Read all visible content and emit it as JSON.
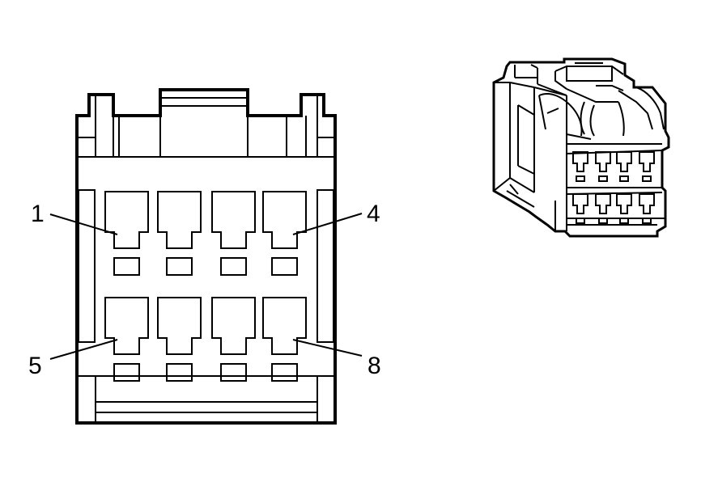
{
  "diagram": {
    "pin_labels": {
      "top_left": "1",
      "top_right": "4",
      "bottom_left": "5",
      "bottom_right": "8"
    },
    "pin_count": 8,
    "stroke_color": "#000000",
    "background_color": "#ffffff"
  }
}
